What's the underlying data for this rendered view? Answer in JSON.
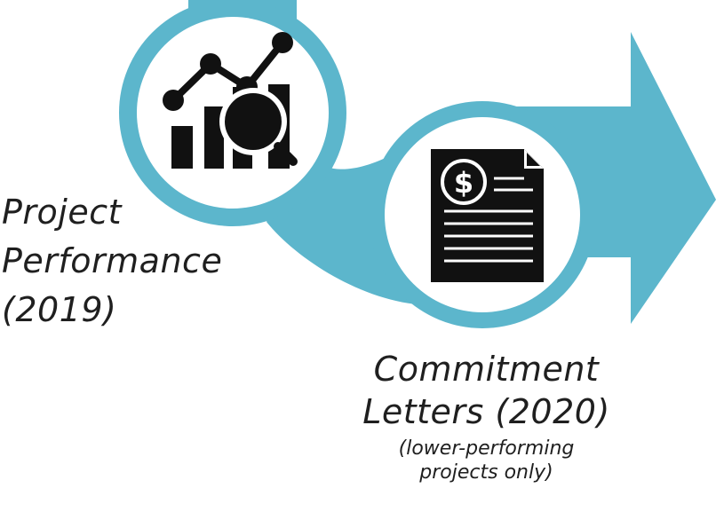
{
  "colors": {
    "accent": "#5cb6cc",
    "icon": "#111111",
    "background": "#ffffff",
    "text": "#1f1f1f"
  },
  "steps": [
    {
      "icon": "chart-magnifier-icon",
      "title_line1": "Project",
      "title_line2": "Performance",
      "title_line3": "(2019)"
    },
    {
      "icon": "invoice-dollar-icon",
      "title_line1": "Commitment",
      "title_line2": "Letters (2020)",
      "note_line1": "(lower-performing",
      "note_line2": "projects only)"
    }
  ]
}
